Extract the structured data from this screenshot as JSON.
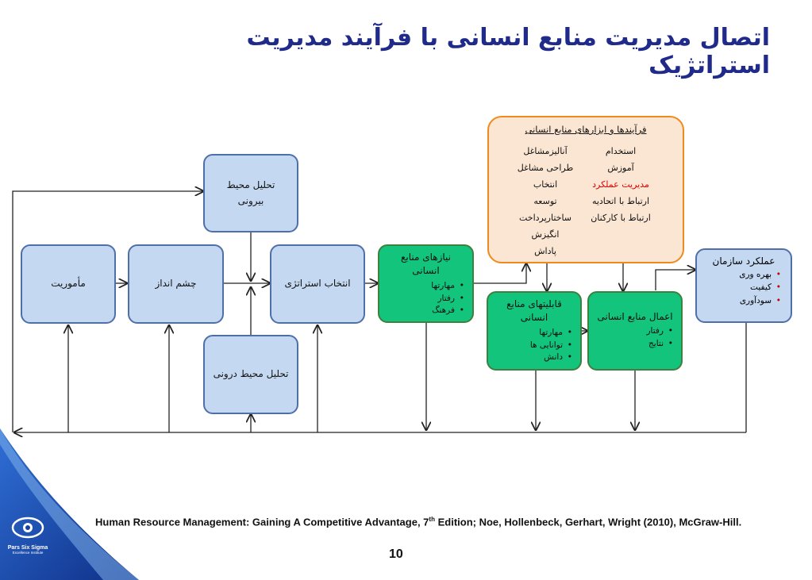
{
  "title": "اتصال مدیریت منابع انسانی با فرآیند مدیریت استراتژیک",
  "nodes": {
    "external": [
      "تحلیل محیط",
      "بیرونی"
    ],
    "internal": "تحلیل محیط درونی",
    "mission": "مأموریت",
    "vision": "چشم انداز",
    "strategy": "انتخاب استراتژی"
  },
  "hr_needs": {
    "title": [
      "نیازهای منابع",
      "انسانی"
    ],
    "items": [
      "مهارتها",
      "رفتار",
      "فرهنگ"
    ]
  },
  "hr_processes": {
    "title": "فرآیندها و ابزارهای منابع انسانی",
    "right_col": [
      "استخدام",
      "آموزش",
      "مدیریت عملکرد",
      "ارتباط با اتحادیه",
      "ارتباط با کارکنان"
    ],
    "left_col": [
      "آنالیزمشاغل",
      "طراحی مشاغل",
      "انتخاب",
      "توسعه",
      "ساختارپرداخت",
      "انگیزش",
      "پاداش"
    ],
    "highlight_color": "#e00000"
  },
  "hr_capabilities": {
    "title": [
      "قابلیتهای منابع",
      "انسانی"
    ],
    "items": [
      "مهارتها",
      "توانایی ها",
      "دانش"
    ]
  },
  "hr_practices": {
    "title": "اعمال منابع انسانی",
    "items": [
      "رفتار",
      "نتایج"
    ]
  },
  "org_performance": {
    "title": "عملکرد سازمان",
    "items": [
      "بهره وری",
      "کیفیت",
      "سودآوری"
    ]
  },
  "source": {
    "text": "Human Resource Management: Gaining A Competitive Advantage, 7",
    "sup": "th",
    "rest": " Edition; Noe, Hollenbeck, Gerhart, Wright (2010), McGraw-Hill."
  },
  "page_number": "10",
  "logo": {
    "name": "Pars Six Sigma",
    "sub": "Excellence Institute"
  },
  "colors": {
    "title": "#1f2a8a",
    "blue_fill": "#c5d8f1",
    "green_fill": "#12c47c",
    "orange_border": "#f08a1c",
    "orange_fill": "#fbe6d4",
    "swoosh": "#1a3f9e"
  }
}
